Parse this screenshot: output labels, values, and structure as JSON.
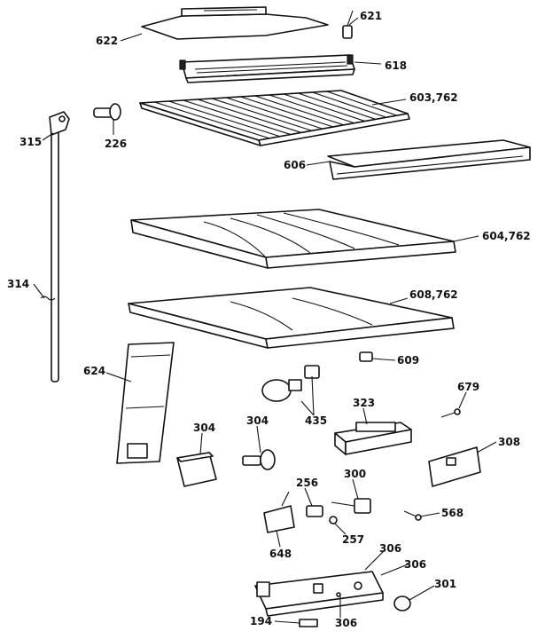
{
  "callouts": [
    {
      "id": "c621",
      "text": "621"
    },
    {
      "id": "c622",
      "text": "622"
    },
    {
      "id": "c618",
      "text": "618"
    },
    {
      "id": "c603",
      "text": "603,762"
    },
    {
      "id": "c315",
      "text": "315"
    },
    {
      "id": "c226",
      "text": "226"
    },
    {
      "id": "c606",
      "text": "606"
    },
    {
      "id": "c604",
      "text": "604,762"
    },
    {
      "id": "c314",
      "text": "314"
    },
    {
      "id": "c608",
      "text": "608,762"
    },
    {
      "id": "c609",
      "text": "609"
    },
    {
      "id": "c624",
      "text": "624"
    },
    {
      "id": "c679",
      "text": "679"
    },
    {
      "id": "c435",
      "text": "435"
    },
    {
      "id": "c323",
      "text": "323"
    },
    {
      "id": "c304a",
      "text": "304"
    },
    {
      "id": "c304b",
      "text": "304"
    },
    {
      "id": "c308",
      "text": "308"
    },
    {
      "id": "c300",
      "text": "300"
    },
    {
      "id": "c256",
      "text": "256"
    },
    {
      "id": "c568",
      "text": "568"
    },
    {
      "id": "c257",
      "text": "257"
    },
    {
      "id": "c648",
      "text": "648"
    },
    {
      "id": "c306a",
      "text": "306"
    },
    {
      "id": "c306b",
      "text": "306"
    },
    {
      "id": "c301",
      "text": "301"
    },
    {
      "id": "c194",
      "text": "194"
    },
    {
      "id": "c306c",
      "text": "306"
    }
  ]
}
